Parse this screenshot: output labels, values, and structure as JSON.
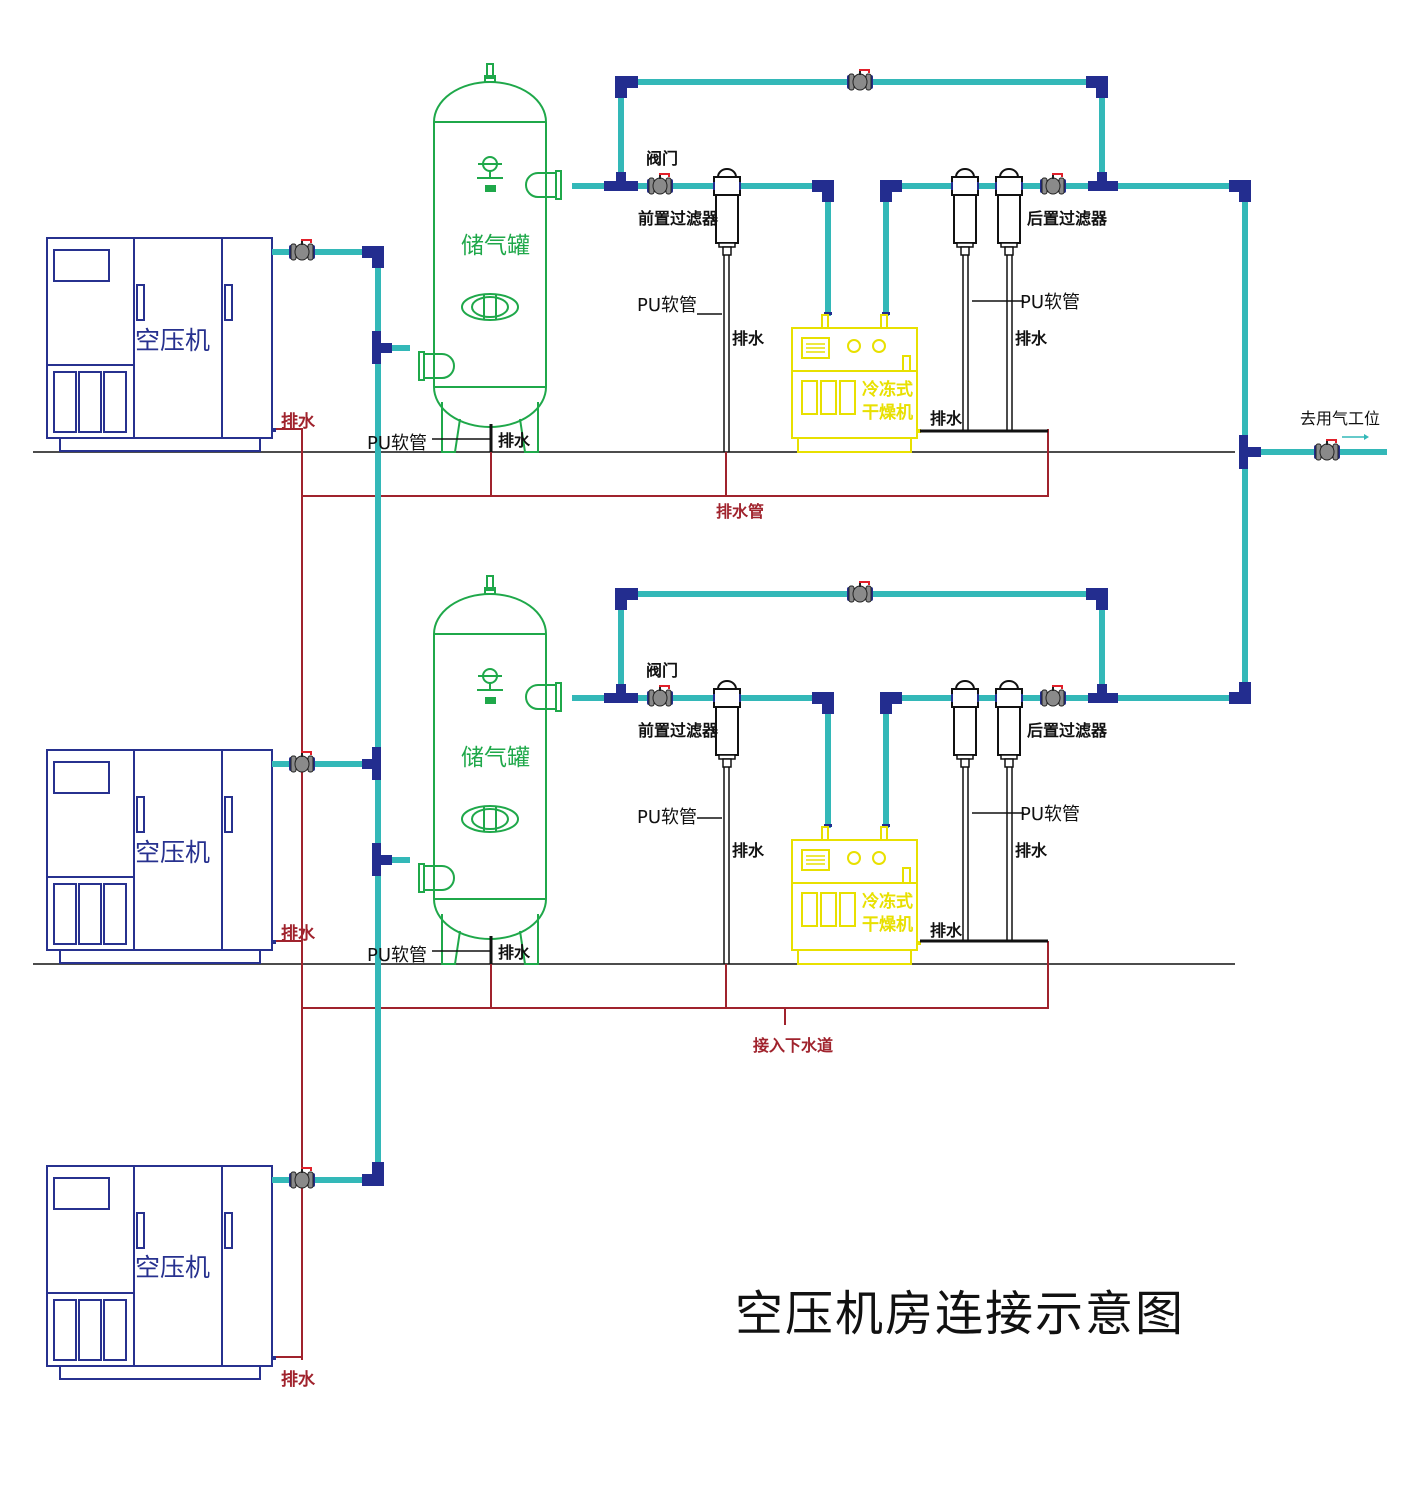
{
  "diagram": {
    "title": "空压机房连接示意图",
    "colors": {
      "air_pipe": "#33b8b8",
      "fitting": "#232d8f",
      "drain_pipe": "#a0232d",
      "compressor": "#27318f",
      "tank": "#1fa84a",
      "dryer": "#e8e000",
      "valve_body": "#8a8a8a",
      "valve_handle": "#e0202a",
      "floor_line": "#111111"
    },
    "compressors": [
      {
        "label": "空压机",
        "drain_label": "排水"
      },
      {
        "label": "空压机",
        "drain_label": "排水"
      },
      {
        "label": "空压机",
        "drain_label": "排水"
      }
    ],
    "lines": [
      {
        "tank_label": "储气罐",
        "tank_hose_label": "PU软管",
        "tank_drain_label": "排水",
        "valve_label": "阀门",
        "pre_filter_label": "前置过滤器",
        "pre_filter_hose_label": "PU软管",
        "pre_filter_drain_label": "排水",
        "dryer_label_line1": "冷冻式",
        "dryer_label_line2": "干燥机",
        "dryer_drain_label": "排水",
        "post_filter_label": "后置过滤器",
        "post_filter_hose_label": "PU软管",
        "post_filter_drain_label": "排水",
        "drain_header_label": "排水管"
      },
      {
        "tank_label": "储气罐",
        "tank_hose_label": "PU软管",
        "tank_drain_label": "排水",
        "valve_label": "阀门",
        "pre_filter_label": "前置过滤器",
        "pre_filter_hose_label": "PU软管",
        "pre_filter_drain_label": "排水",
        "dryer_label_line1": "冷冻式",
        "dryer_label_line2": "干燥机",
        "dryer_drain_label": "排水",
        "post_filter_label": "后置过滤器",
        "post_filter_hose_label": "PU软管",
        "post_filter_drain_label": "排水",
        "drain_header_label": "接入下水道"
      }
    ],
    "outlet_label": "去用气工位"
  }
}
